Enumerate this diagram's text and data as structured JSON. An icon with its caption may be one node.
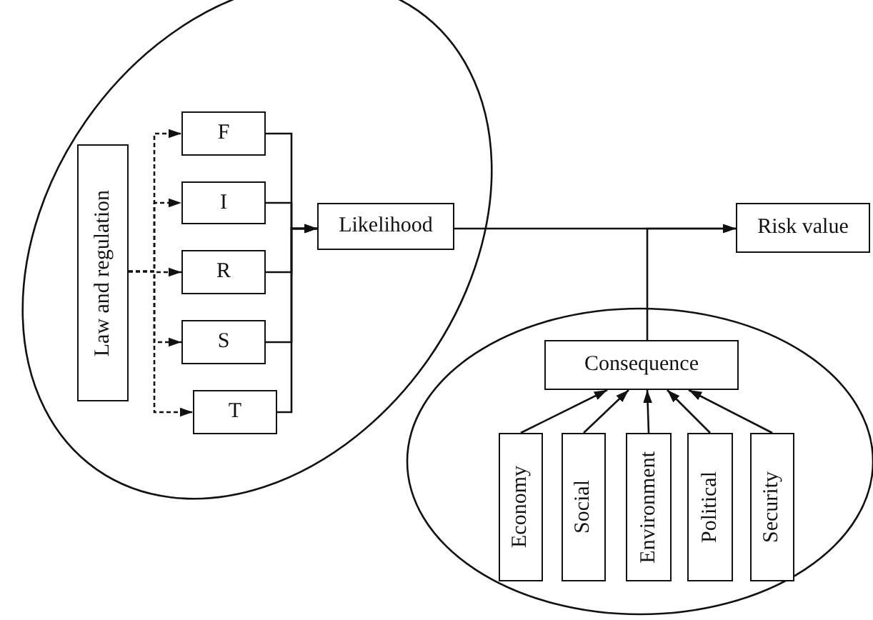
{
  "diagram": {
    "nodes": [
      {
        "text": [],
        "shape": "circle"
      },
      {
        "text": [
          "Law and regulation"
        ],
        "in": 0
      },
      {
        "text": [
          "F"
        ],
        "in": 0
      },
      {
        "text": [
          "I"
        ],
        "in": 0
      },
      {
        "text": [
          "R"
        ],
        "in": 0
      },
      {
        "text": [
          "S"
        ],
        "in": 0
      },
      {
        "text": [
          "T"
        ],
        "in": 0
      },
      {
        "text": [
          "Likelihood"
        ],
        "in": 0
      },
      {
        "text": [
          "Risk value"
        ]
      },
      {
        "text": [],
        "shape": "circle"
      },
      {
        "text": [
          "Consequence"
        ],
        "in": 9
      },
      {
        "text": [
          "Economy"
        ],
        "in": 9
      },
      {
        "text": [
          "Social"
        ],
        "in": 9
      },
      {
        "text": [
          "Environment"
        ],
        "in": 9
      },
      {
        "text": [
          "Political"
        ],
        "in": 9
      },
      {
        "text": [
          "Security"
        ],
        "in": 9
      }
    ],
    "edges": [
      {
        "from": 1,
        "to": 2,
        "arrow": "to",
        "style": "dashed"
      },
      {
        "from": 1,
        "to": 3,
        "arrow": "to",
        "style": "dashed"
      },
      {
        "from": 1,
        "to": 4,
        "arrow": "to",
        "style": "dashed"
      },
      {
        "from": 1,
        "to": 5,
        "arrow": "to",
        "style": "dashed"
      },
      {
        "from": 1,
        "to": 6,
        "arrow": "to",
        "style": "dashed"
      },
      {
        "from": 2,
        "to": 7,
        "arrow": "to"
      },
      {
        "from": 3,
        "to": 7,
        "arrow": "to"
      },
      {
        "from": 4,
        "to": 7,
        "arrow": "to"
      },
      {
        "from": 5,
        "to": 7,
        "arrow": "to"
      },
      {
        "from": 6,
        "to": 7,
        "arrow": "to"
      },
      {
        "from": 7,
        "to": 8,
        "arrow": "to"
      },
      {
        "from": 10,
        "to": 8,
        "arrow": "to"
      },
      {
        "from": 11,
        "to": 10,
        "arrow": "to"
      },
      {
        "from": 12,
        "to": 10,
        "arrow": "to"
      },
      {
        "from": 13,
        "to": 10,
        "arrow": "to"
      },
      {
        "from": 14,
        "to": 10,
        "arrow": "to"
      },
      {
        "from": 15,
        "to": 10,
        "arrow": "to"
      }
    ]
  }
}
